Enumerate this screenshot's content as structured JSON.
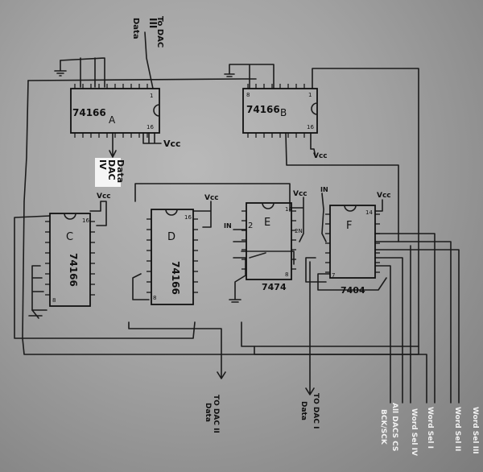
{
  "chips": {
    "A": {
      "part": "74166",
      "letter": "A",
      "pin1": "1",
      "pin16": "16"
    },
    "B": {
      "part": "74166",
      "letter": "B",
      "pin8": "8",
      "pin1": "1",
      "pin16": "16"
    },
    "C": {
      "part": "74166",
      "letter": "C",
      "pin16": "16",
      "pin8": "8"
    },
    "D": {
      "part": "74166",
      "letter": "D",
      "pin16": "16",
      "pin8": "8"
    },
    "E": {
      "part": "7474",
      "letter": "E",
      "pin14": "14",
      "pin2": "2",
      "pin2n": "2N",
      "pin8": "8"
    },
    "F": {
      "part": "7404",
      "letter": "F",
      "pin14": "14",
      "pin7": "7"
    }
  },
  "labels": {
    "to_dac": "To DAC",
    "dac_III": "III",
    "data": "Data",
    "vcc": "Vcc",
    "vcc_a": "Vcc",
    "data_dac_iv_1": "Data",
    "data_dac_iv_2": "DAC",
    "data_dac_iv_3": "IV",
    "in_e": "IN",
    "in_f": "IN",
    "to_dac_II": "TO DAC II",
    "data_II": "Data",
    "to_dac_I": "TO DAC I",
    "data_I": "Data",
    "word_sel_III": "Word Sel III",
    "word_sel_II": "Word Sel II",
    "word_sel_I": "Word Sel I",
    "word_sel_IV": "Word Sel IV",
    "all_dacs": "All DACS CS",
    "bck_sck": "BCK/SCK"
  }
}
